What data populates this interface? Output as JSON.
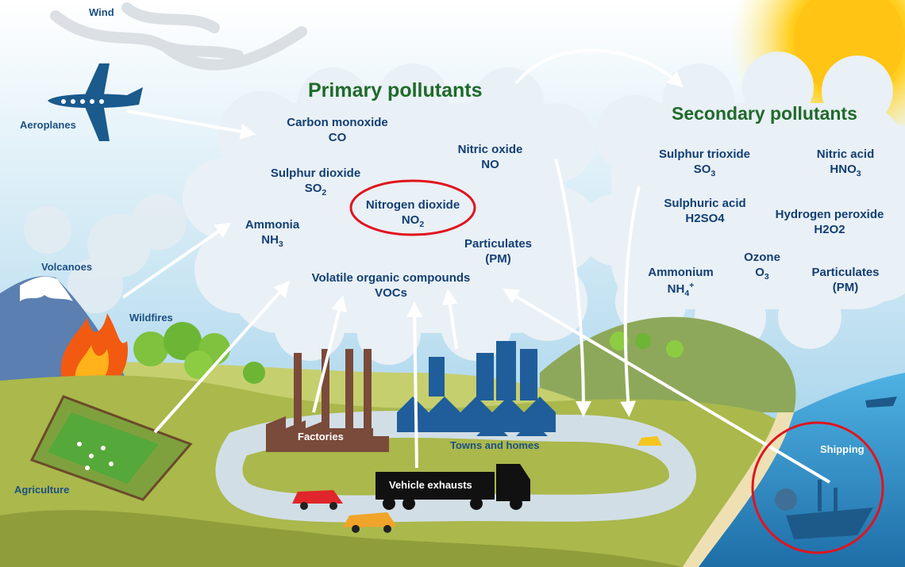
{
  "headings": {
    "primary": "Primary pollutants",
    "secondary": "Secondary pollutants"
  },
  "primary_pollutants": [
    {
      "id": "co",
      "name": "Carbon monoxide",
      "formula": "CO"
    },
    {
      "id": "no",
      "name": "Nitric oxide",
      "formula": "NO"
    },
    {
      "id": "so2",
      "name": "Sulphur dioxide",
      "formula": "SO",
      "sub": "2"
    },
    {
      "id": "no2",
      "name": "Nitrogen dioxide",
      "formula": "NO",
      "sub": "2",
      "highlighted": true
    },
    {
      "id": "nh3",
      "name": "Ammonia",
      "formula": "NH",
      "sub": "3"
    },
    {
      "id": "pm",
      "name": "Particulates",
      "formula": "(PM)"
    },
    {
      "id": "voc",
      "name": "Volatile organic compounds",
      "formula": "VOCs"
    }
  ],
  "secondary_pollutants": [
    {
      "id": "so3",
      "name": "Sulphur trioxide",
      "formula": "SO",
      "sub": "3"
    },
    {
      "id": "hno3",
      "name": "Nitric acid",
      "formula": "HNO",
      "sub": "3"
    },
    {
      "id": "h2so4",
      "name": "Sulphuric acid",
      "formula": "H2SO4"
    },
    {
      "id": "h2o2",
      "name": "Hydrogen peroxide",
      "formula": "H2O2"
    },
    {
      "id": "o3",
      "name": "Ozone",
      "formula": "O",
      "sub": "3"
    },
    {
      "id": "nh4",
      "name": "Ammonium",
      "formula": "NH",
      "sub": "4",
      "sup": "+"
    },
    {
      "id": "pm2",
      "name": "Particulates",
      "formula": "(PM)"
    }
  ],
  "sources": {
    "wind": "Wind",
    "aeroplanes": "Aeroplanes",
    "volcanoes": "Volcanoes",
    "wildfires": "Wildfires",
    "agriculture": "Agriculture",
    "factories": "Factories",
    "towns": "Towns and homes",
    "vehicles": "Vehicle exhausts",
    "shipping": "Shipping"
  },
  "highlights": [
    "Nitrogen dioxide",
    "Shipping"
  ],
  "colors": {
    "heading": "#1f6a2a",
    "pollutant_text": "#123f73",
    "highlight_ring": "#e0141e",
    "sky": "#bfe0f0",
    "grass": "#a8b84a",
    "water": "#3f9fd6",
    "sun": "#ffd21f"
  },
  "icons": [
    "wind-icon",
    "aeroplane-icon",
    "sun-icon",
    "volcano-icon",
    "fire-icon",
    "tree-icon",
    "field-icon",
    "factory-icon",
    "town-icon",
    "truck-icon",
    "car-icon",
    "ship-icon",
    "arrow-icon"
  ]
}
